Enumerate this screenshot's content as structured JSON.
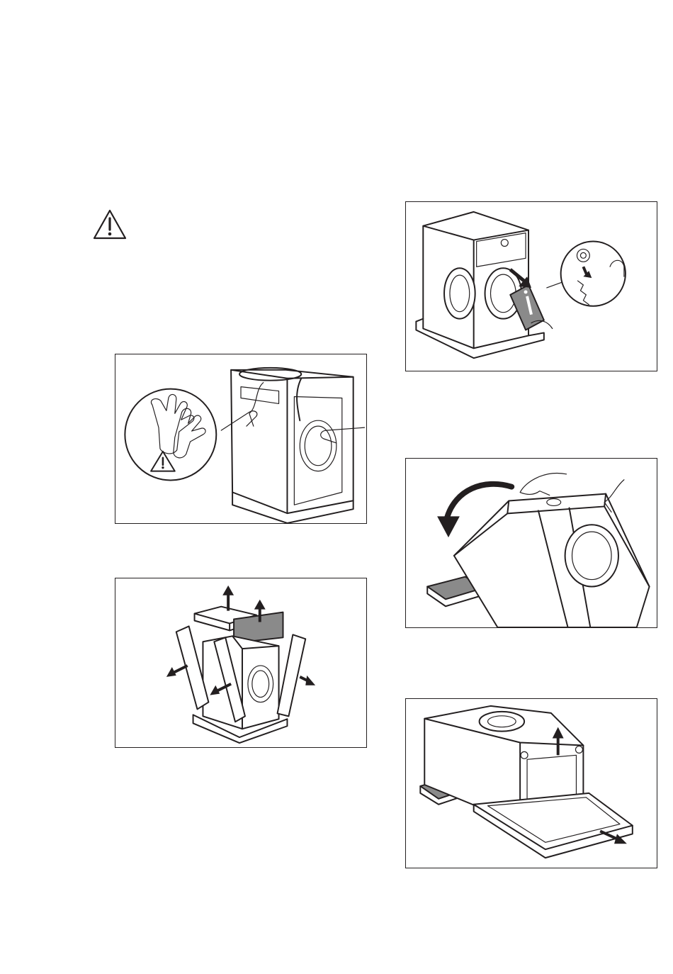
{
  "page": {
    "warning_symbol": "warning-triangle-icon",
    "accent_color": "#231f20",
    "fill_gray": "#8a8a8a"
  },
  "figures": [
    {
      "id": "remove-cover",
      "icons": [
        "gloves-icon",
        "warning-triangle-icon"
      ]
    },
    {
      "id": "remove-packaging",
      "icons": [
        "up-arrow-icon",
        "outward-arrow-icon"
      ]
    },
    {
      "id": "remove-bag-from-drum",
      "icons": [
        "info-bag-icon",
        "accessories-icon"
      ]
    },
    {
      "id": "tilt-appliance",
      "icons": [
        "curved-arrow-icon"
      ]
    },
    {
      "id": "remove-base",
      "icons": [
        "up-arrow-icon",
        "outward-arrow-icon"
      ]
    }
  ]
}
